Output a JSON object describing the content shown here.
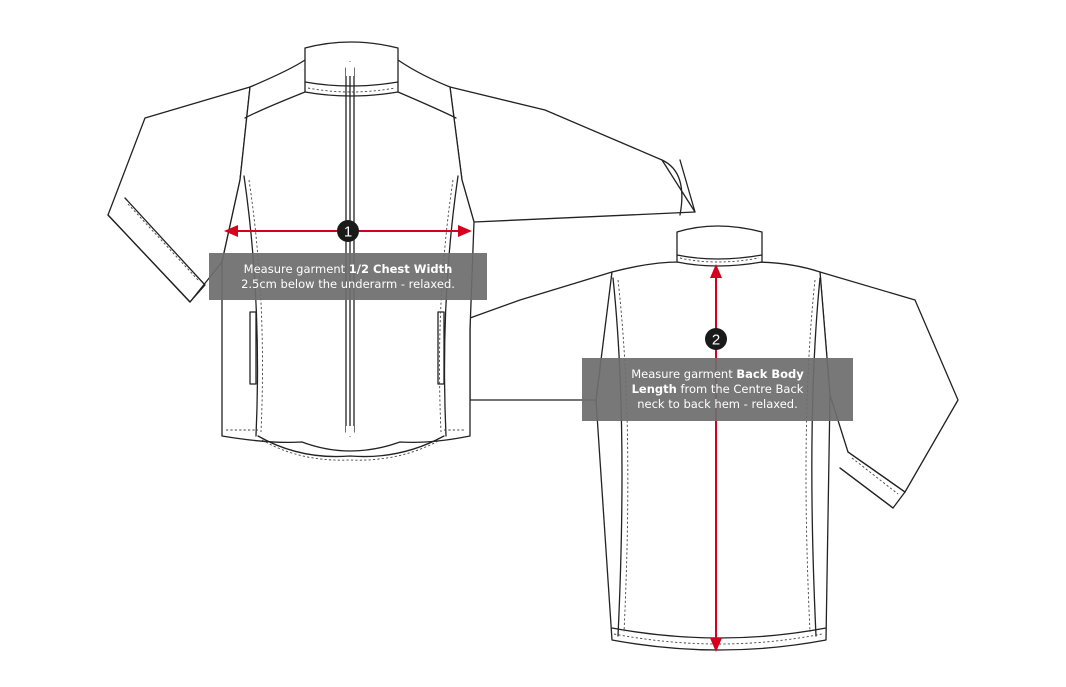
{
  "measurements": [
    {
      "number": "1",
      "line1_prefix": "Measure garment ",
      "line1_bold": "1/2 Chest Width",
      "line2": "2.5cm below the underarm - relaxed."
    },
    {
      "number": "2",
      "line1_prefix": "Measure garment ",
      "line1_bold": "Back Body",
      "line2_bold": "Length",
      "line2_suffix": " from the Centre Back",
      "line3": "neck to back hem - relaxed."
    }
  ],
  "colors": {
    "arrow": "#d6001c",
    "label_background": "#6e6e6e",
    "badge": "#1a1a1a",
    "outline": "#222222"
  }
}
